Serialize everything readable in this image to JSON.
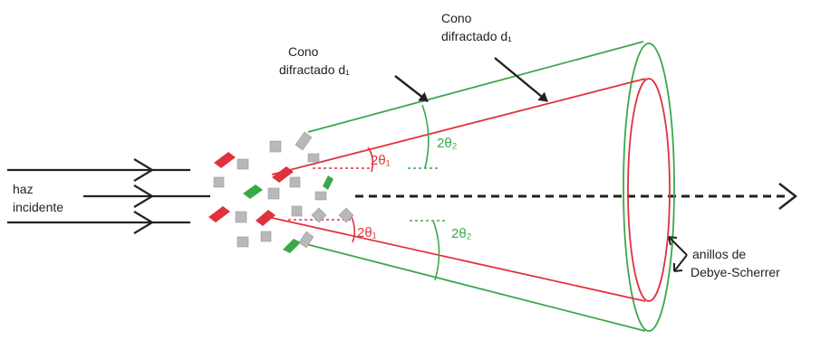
{
  "labels": {
    "cone_outer": [
      "Cono",
      "difractado d₁"
    ],
    "cone_inner": [
      "Cono",
      "difractado d₁"
    ],
    "incident": [
      "haz",
      "incidente"
    ],
    "rings": [
      "anillos de",
      "Debye-Scherrer"
    ],
    "angle_red_top": "2θ₁",
    "angle_red_bottom": "2θ₁",
    "angle_green_top": "2θ₂",
    "angle_green_bottom": "2θ₂"
  },
  "colors": {
    "red": "#e0323c",
    "green": "#3aa84a",
    "gray": "#b8b8b8",
    "dark": "#222222"
  }
}
